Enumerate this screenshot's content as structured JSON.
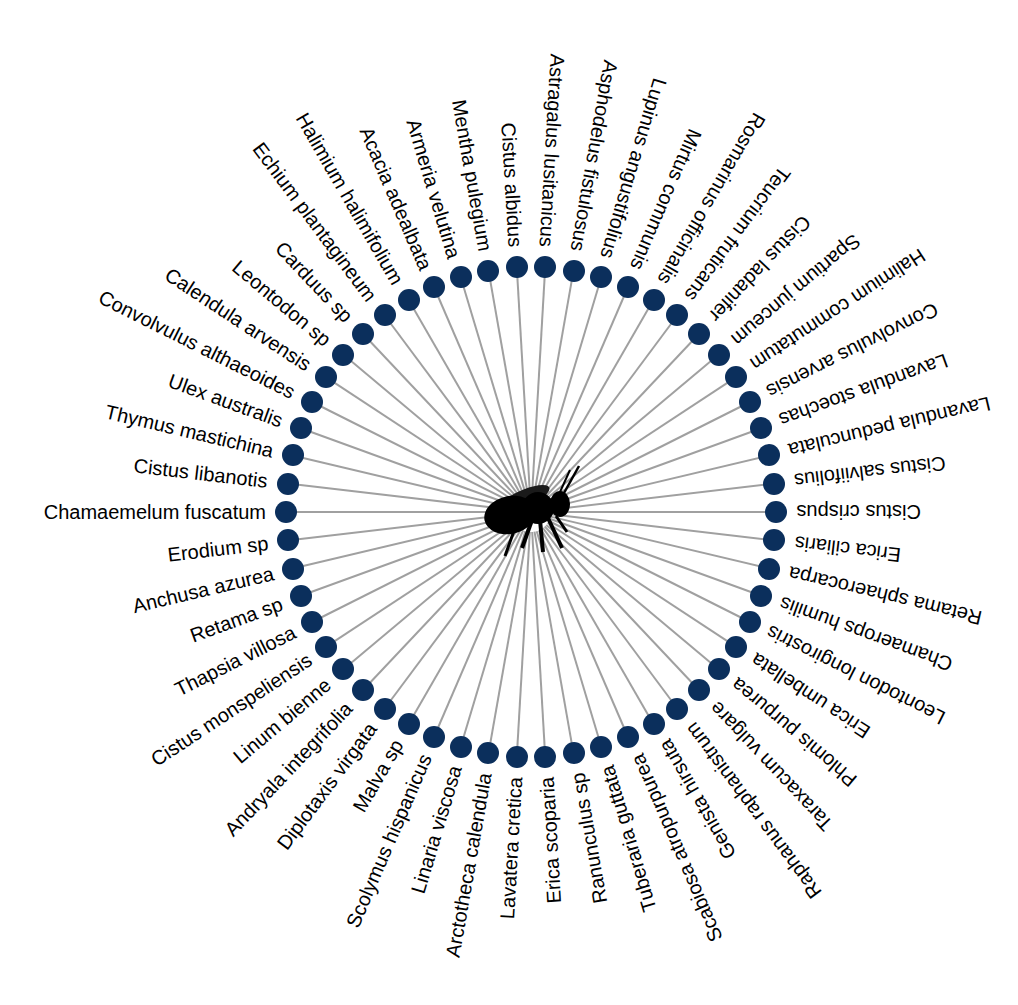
{
  "diagram": {
    "nodes": [
      {
        "text": [
          "Astragalus lusitanicus"
        ]
      },
      {
        "text": [
          "Asphodelus fistulosus"
        ]
      },
      {
        "text": [
          "Lupinus angustifolius"
        ]
      },
      {
        "text": [
          "Mirtus communis"
        ]
      },
      {
        "text": [
          "Rosmarinus officinalis"
        ]
      },
      {
        "text": [
          "Teucrium fruticans"
        ]
      },
      {
        "text": [
          "Cistus ladanifer"
        ]
      },
      {
        "text": [
          "Spartium junceum"
        ]
      },
      {
        "text": [
          "Halimium commutatum"
        ]
      },
      {
        "text": [
          "Convolvulus arvensis"
        ]
      },
      {
        "text": [
          "Lavandula stoechas"
        ]
      },
      {
        "text": [
          "Lavandula pedunculata"
        ]
      },
      {
        "text": [
          "Cistus salviifolius"
        ]
      },
      {
        "text": [
          "Cistus crispus"
        ]
      },
      {
        "text": [
          "Erica ciliaris"
        ]
      },
      {
        "text": [
          "Retama sphaerocarpa"
        ]
      },
      {
        "text": [
          "Chamaerops humilis"
        ]
      },
      {
        "text": [
          "Leontodon longirostris"
        ]
      },
      {
        "text": [
          "Erica umbellata"
        ]
      },
      {
        "text": [
          "Phlomis purpurea"
        ]
      },
      {
        "text": [
          "Taraxacum vulgare"
        ]
      },
      {
        "text": [
          "Raphanus raphanistrum"
        ]
      },
      {
        "text": [
          "Genista hirsuta"
        ]
      },
      {
        "text": [
          "Scabiosa atropurpurea"
        ]
      },
      {
        "text": [
          "Tuberaria guttata"
        ]
      },
      {
        "text": [
          "Ranunculus sp"
        ]
      },
      {
        "text": [
          "Erica scoparia"
        ]
      },
      {
        "text": [
          "Lavatera cretica"
        ]
      },
      {
        "text": [
          "Arctotheca calendula"
        ]
      },
      {
        "text": [
          "Linaria viscosa"
        ]
      },
      {
        "text": [
          "Scolymus hispanicus"
        ]
      },
      {
        "text": [
          "Malva sp"
        ]
      },
      {
        "text": [
          "Diplotaxis virgata"
        ]
      },
      {
        "text": [
          "Andryala integrifolia"
        ]
      },
      {
        "text": [
          "Linum bienne"
        ]
      },
      {
        "text": [
          "Cistus monspeliensis"
        ]
      },
      {
        "text": [
          "Thapsia villosa"
        ]
      },
      {
        "text": [
          "Retama sp"
        ]
      },
      {
        "text": [
          "Anchusa azurea"
        ]
      },
      {
        "text": [
          "Erodium sp"
        ]
      },
      {
        "text": [
          "Chamaemelum fuscatum"
        ]
      },
      {
        "text": [
          "Cistus libanotis"
        ]
      },
      {
        "text": [
          "Thymus mastichina"
        ]
      },
      {
        "text": [
          "Ulex australis"
        ]
      },
      {
        "text": [
          "Convolvulus althaeoides"
        ]
      },
      {
        "text": [
          "Calendula arvensis"
        ]
      },
      {
        "text": [
          "Leontodon sp"
        ]
      },
      {
        "text": [
          "Carduus sp"
        ]
      },
      {
        "text": [
          "Echium plantagineum"
        ]
      },
      {
        "text": [
          "Halimium halimifolium"
        ]
      },
      {
        "text": [
          "Acacia adealbata"
        ]
      },
      {
        "text": [
          "Armeria velutina"
        ]
      },
      {
        "text": [
          "Mentha pulegium"
        ]
      },
      {
        "text": [
          "Cistus albidus"
        ]
      }
    ]
  }
}
